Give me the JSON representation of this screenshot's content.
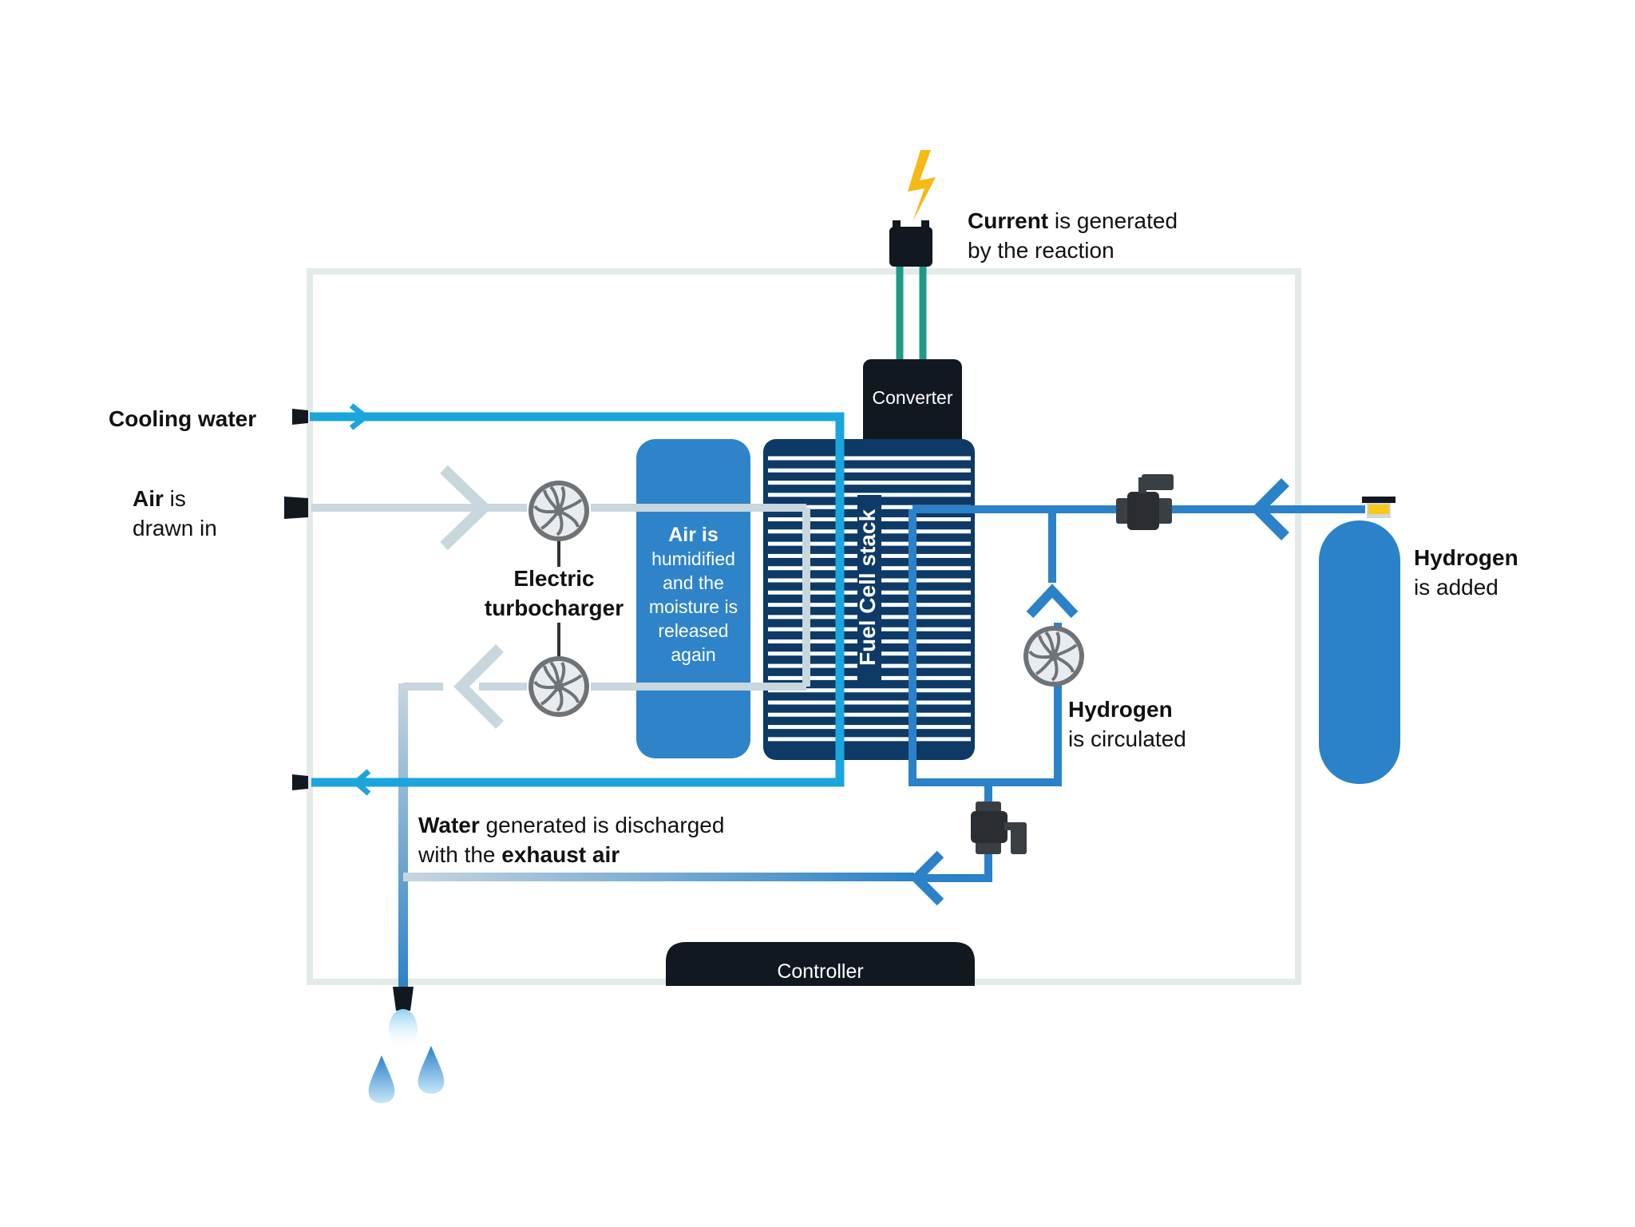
{
  "labels": {
    "current": {
      "bold": "Current",
      "rest": " is generated",
      "line2": "by the reaction"
    },
    "cooling_water": "Cooling water",
    "air_drawn": {
      "bold": "Air",
      "rest": " is",
      "line2": "drawn in"
    },
    "turbocharger": {
      "line1": "Electric",
      "line2": "turbocharger"
    },
    "humidifier": {
      "line1": "Air is",
      "line2": "humidified",
      "line3": "and the",
      "line4": "moisture is",
      "line5": "released",
      "line6": "again"
    },
    "fuel_cell_stack": "Fuel Cell stack",
    "converter": "Converter",
    "hydrogen_added": {
      "line1": "Hydrogen",
      "line2": "is added"
    },
    "hydrogen_circulated": {
      "line1": "Hydrogen",
      "line2": "is circulated"
    },
    "water_discharged": {
      "bold1": "Water",
      "rest1": " generated is discharged",
      "rest2": "with the ",
      "bold2": "exhaust air"
    },
    "controller": "Controller"
  },
  "colors": {
    "cooling": "#1aa6dc",
    "hydrogen": "#2b82c8",
    "air": "#c8d6de",
    "stack": "#0d3a66",
    "humidifier": "#2f84c9",
    "dark": "#111820",
    "wire": "#1f9a86",
    "bolt": "#f6b915",
    "frame": "#e3eaea"
  }
}
